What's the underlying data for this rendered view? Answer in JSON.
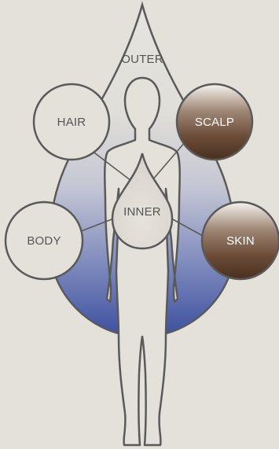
{
  "diagram": {
    "outer_label": "OUTER",
    "inner_label": "INNER",
    "nodes": {
      "hair": "HAIR",
      "scalp": "SCALP",
      "body": "BODY",
      "skin": "SKIN"
    }
  },
  "colors": {
    "background": "#e3e1da",
    "outline": "#5a5a5a",
    "light_circle_fill": "#e4e1da",
    "dark_circle_top": "#f5f3ef",
    "dark_circle_bottom": "#4a3020",
    "drop_gradient_top": "#e6e4de",
    "drop_gradient_bottom": "#3d4f9f"
  }
}
